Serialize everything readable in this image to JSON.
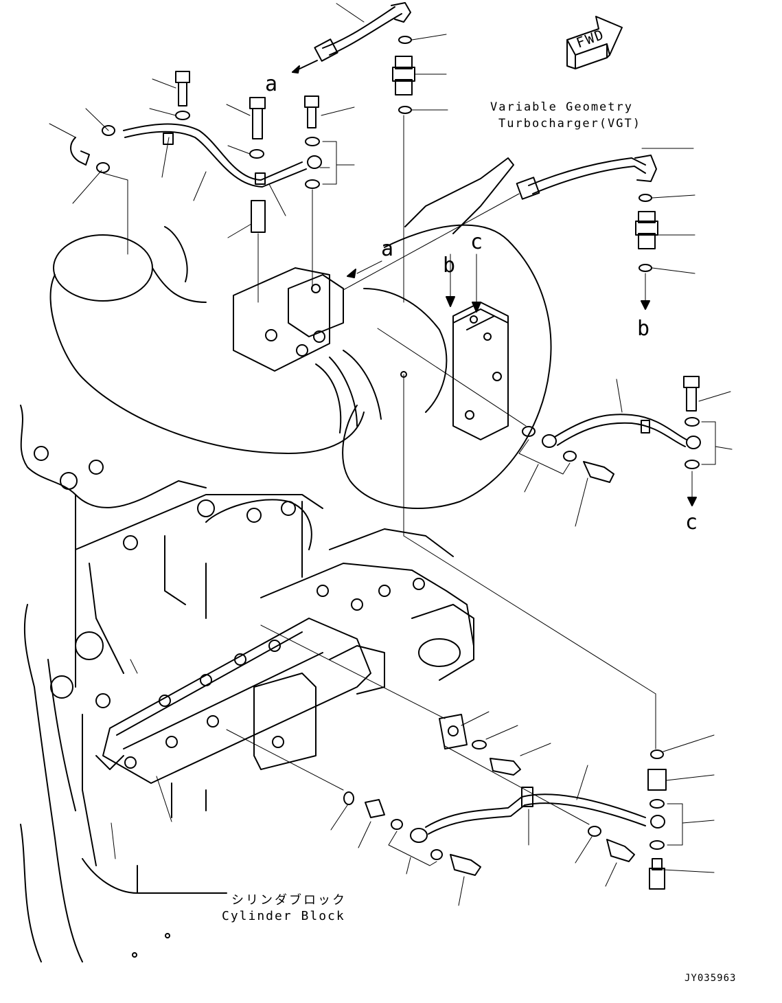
{
  "figure": {
    "fwd_label": "FWD",
    "figure_code": "JY035963"
  },
  "callouts": {
    "vgt_line1": "Variable Geometry",
    "vgt_line2": "Turbocharger(VGT)",
    "cylinder_block_jp": "シリンダブロック",
    "cylinder_block_en": "Cylinder Block"
  },
  "connection_letters": {
    "a_top": "a",
    "a_mid": "a",
    "b_turbo": "b",
    "c_turbo": "c",
    "b_right": "b",
    "c_right": "c"
  }
}
